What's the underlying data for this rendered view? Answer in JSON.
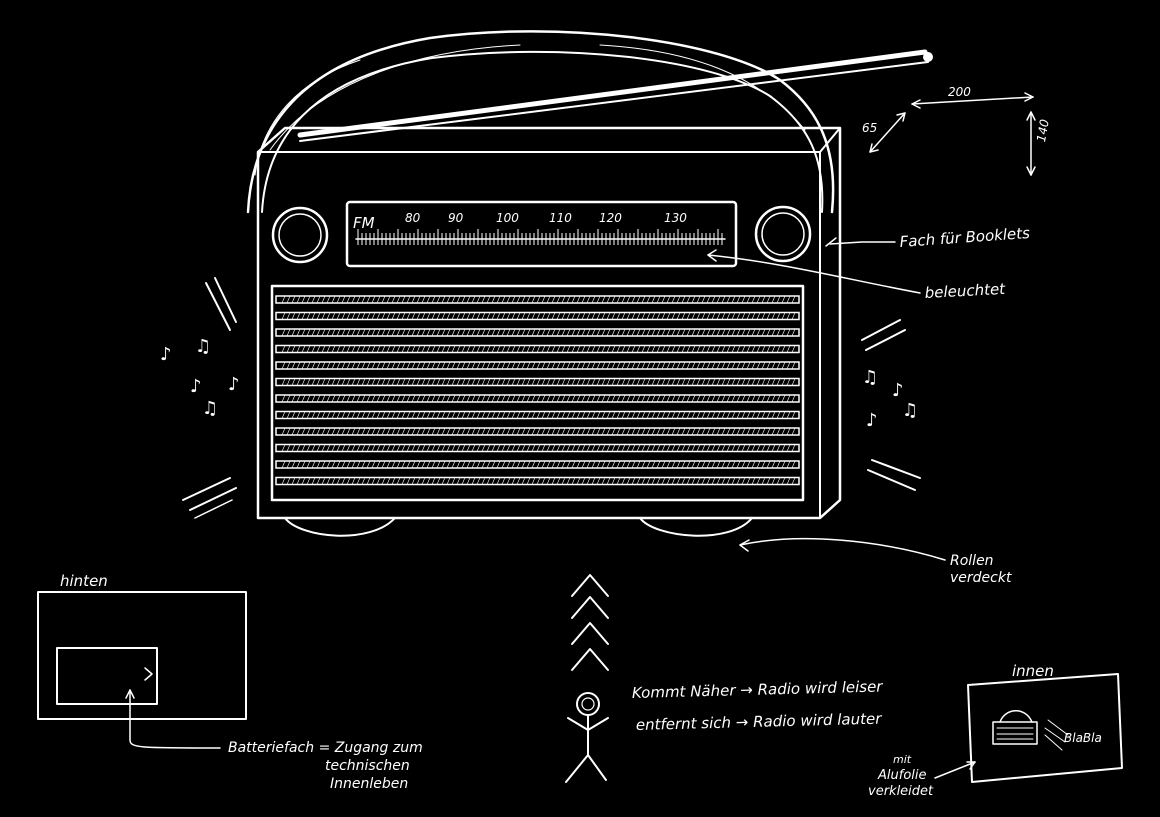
{
  "dial": {
    "band": "FM",
    "ticks": [
      "80",
      "90",
      "100",
      "110",
      "120",
      "130"
    ]
  },
  "dimensions": {
    "depth": "65",
    "width": "200",
    "height": "140"
  },
  "labels": {
    "booklets": "Fach für Booklets",
    "illuminated": "beleuchtet",
    "wheels_line1": "Rollen",
    "wheels_line2": "verdeckt"
  },
  "back_view": {
    "title": "hinten",
    "battery_line1": "Batteriefach = Zugang zum",
    "battery_line2": "technischen",
    "battery_line3": "Innenleben"
  },
  "interaction": {
    "line1": "Kommt Näher → Radio wird leiser",
    "line2": "entfernt sich → Radio wird lauter"
  },
  "inside_view": {
    "title": "innen",
    "sound": "BlaBla",
    "foil_line1": "mit",
    "foil_line2": "Alufolie",
    "foil_line3": "verkleidet"
  }
}
